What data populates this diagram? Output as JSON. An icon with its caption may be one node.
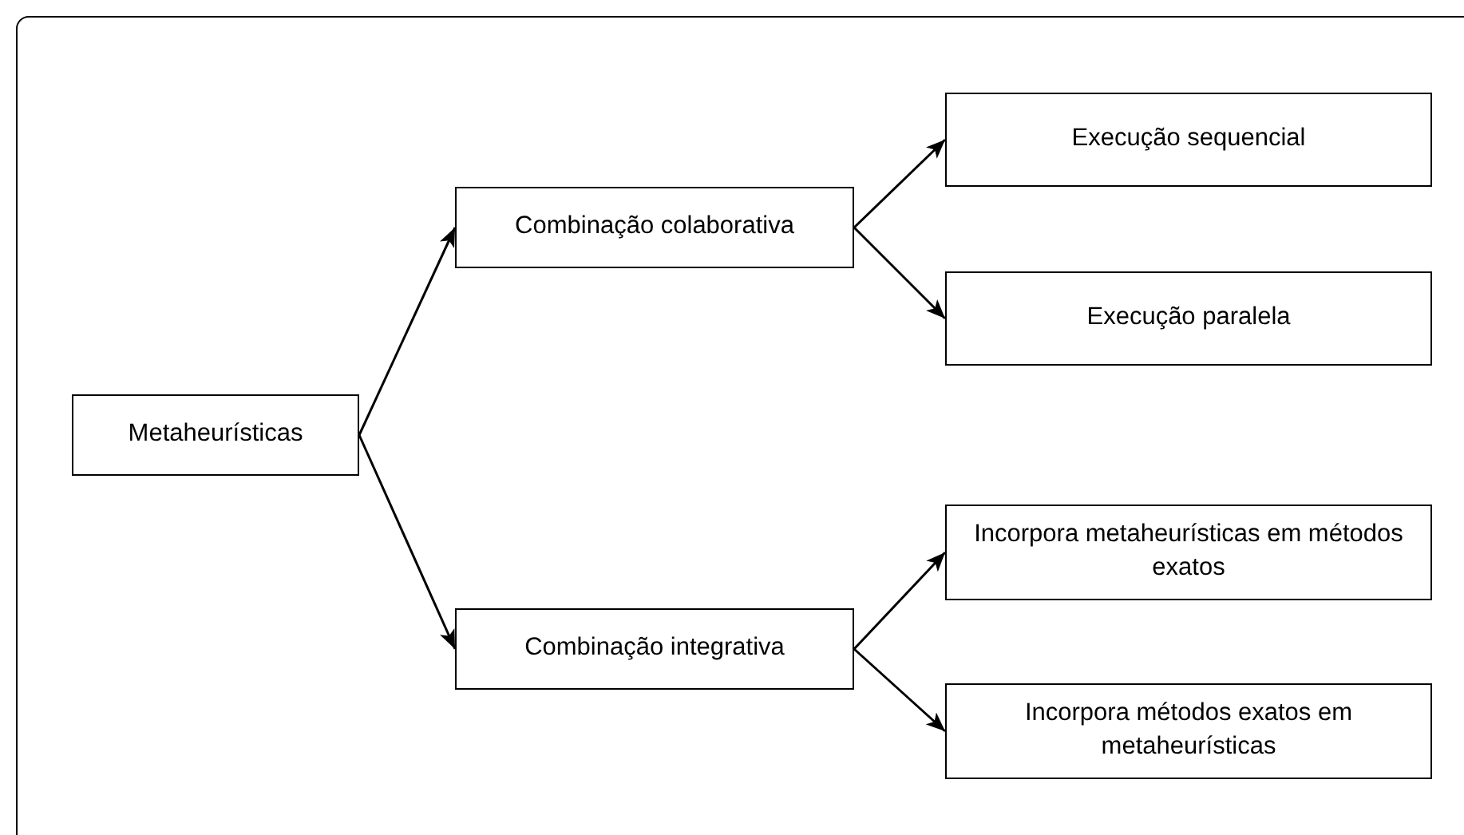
{
  "diagram": {
    "nodes": [
      {
        "text": [
          "Metaheurísticas"
        ]
      },
      {
        "text": [
          "Combinação colaborativa"
        ]
      },
      {
        "text": [
          "Combinação integrativa"
        ]
      },
      {
        "text": [
          "Execução sequencial"
        ]
      },
      {
        "text": [
          "Execução paralela"
        ]
      },
      {
        "text": [
          "Incorpora metaheurísticas em métodos exatos"
        ]
      },
      {
        "text": [
          "Incorpora métodos exatos em metaheurísticas"
        ]
      }
    ],
    "edges": [
      {
        "from": 0,
        "to": 1,
        "arrow": "to"
      },
      {
        "from": 0,
        "to": 2,
        "arrow": "to"
      },
      {
        "from": 1,
        "to": 3,
        "arrow": "to"
      },
      {
        "from": 1,
        "to": 4,
        "arrow": "to"
      },
      {
        "from": 2,
        "to": 5,
        "arrow": "to"
      },
      {
        "from": 2,
        "to": 6,
        "arrow": "to"
      }
    ]
  }
}
